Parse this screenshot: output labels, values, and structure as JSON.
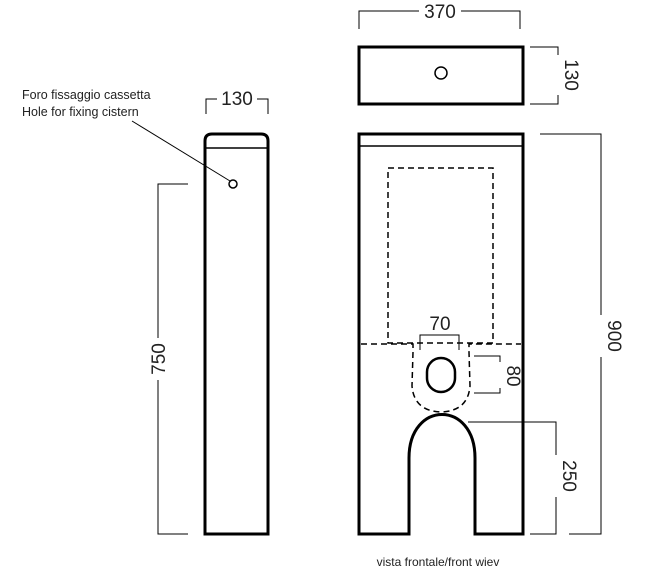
{
  "annotation": {
    "line1": "Foro fissaggio cassetta",
    "line2": "Hole for fixing cistern"
  },
  "dimensions": {
    "side_width": "130",
    "side_height": "750",
    "top_width": "370",
    "top_depth": "130",
    "total_height": "900",
    "outlet_width": "70",
    "outlet_height": "80",
    "arch_height": "250"
  },
  "caption": "vista frontale/front wiev"
}
